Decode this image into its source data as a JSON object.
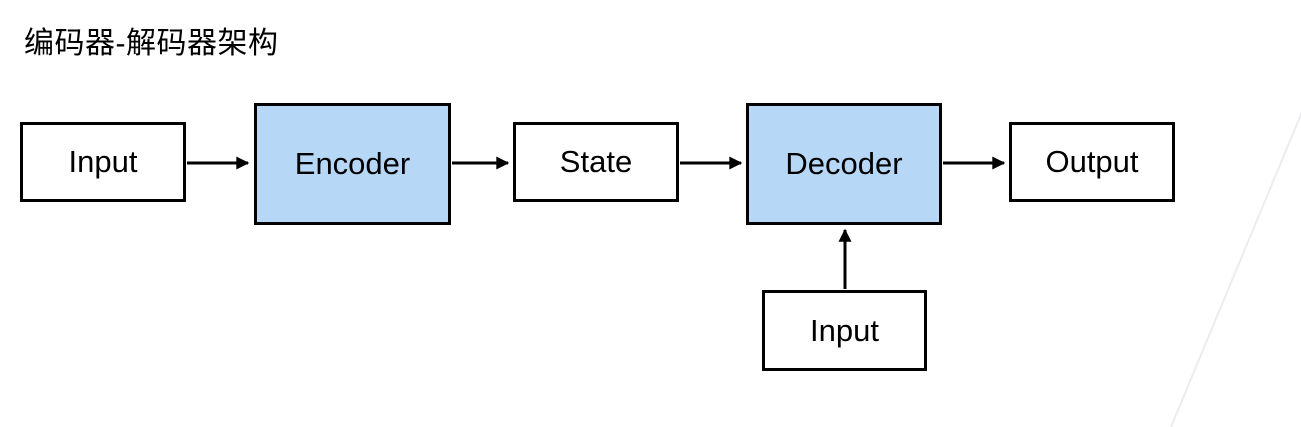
{
  "title": "编码器-解码器架构",
  "diagram": {
    "nodes": [
      {
        "id": "input-1",
        "label": "Input",
        "style": "plain"
      },
      {
        "id": "encoder",
        "label": "Encoder",
        "style": "highlight"
      },
      {
        "id": "state",
        "label": "State",
        "style": "plain"
      },
      {
        "id": "decoder",
        "label": "Decoder",
        "style": "highlight"
      },
      {
        "id": "output",
        "label": "Output",
        "style": "plain"
      },
      {
        "id": "input-2",
        "label": "Input",
        "style": "plain"
      }
    ],
    "edges": [
      {
        "from": "input-1",
        "to": "encoder",
        "direction": "right"
      },
      {
        "from": "encoder",
        "to": "state",
        "direction": "right"
      },
      {
        "from": "state",
        "to": "decoder",
        "direction": "right"
      },
      {
        "from": "decoder",
        "to": "output",
        "direction": "right"
      },
      {
        "from": "input-2",
        "to": "decoder",
        "direction": "up"
      }
    ],
    "colors": {
      "highlight_fill": "#b7d7f7",
      "box_border": "#000000",
      "arrow": "#000000",
      "text": "#000000",
      "background": "#ffffff",
      "faint_diagonal_line": "#ececf0"
    }
  }
}
